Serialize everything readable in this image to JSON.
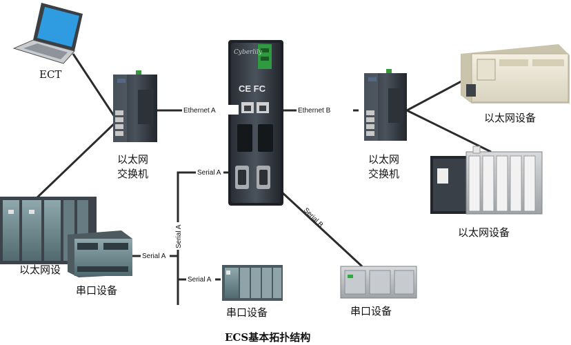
{
  "diagram": {
    "title": "ECS基本拓扑结构",
    "center_device": {
      "brand": "Cyberlily",
      "marks": "CE FC"
    },
    "nodes": {
      "ect": "ECT",
      "switch_left_line1": "以太网",
      "switch_left_line2": "交换机",
      "switch_right_line1": "以太网",
      "switch_right_line2": "交换机",
      "eth_device_top_right": "以太网设备",
      "eth_device_mid_right": "以太网设备",
      "eth_device_left": "以太网设",
      "serial_device_left": "串口设备",
      "serial_device_bottom_center": "串口设备",
      "serial_device_bottom_right": "串口设备"
    },
    "edges": {
      "ethernet_a": "Ethernet A",
      "ethernet_b": "Ethernet B",
      "serial_a_top": "Serial A",
      "serial_a_vertical": "Serial A",
      "serial_a_left": "Serial A",
      "serial_a_bottom": "Serial A",
      "serial_b": "Serial B"
    }
  }
}
